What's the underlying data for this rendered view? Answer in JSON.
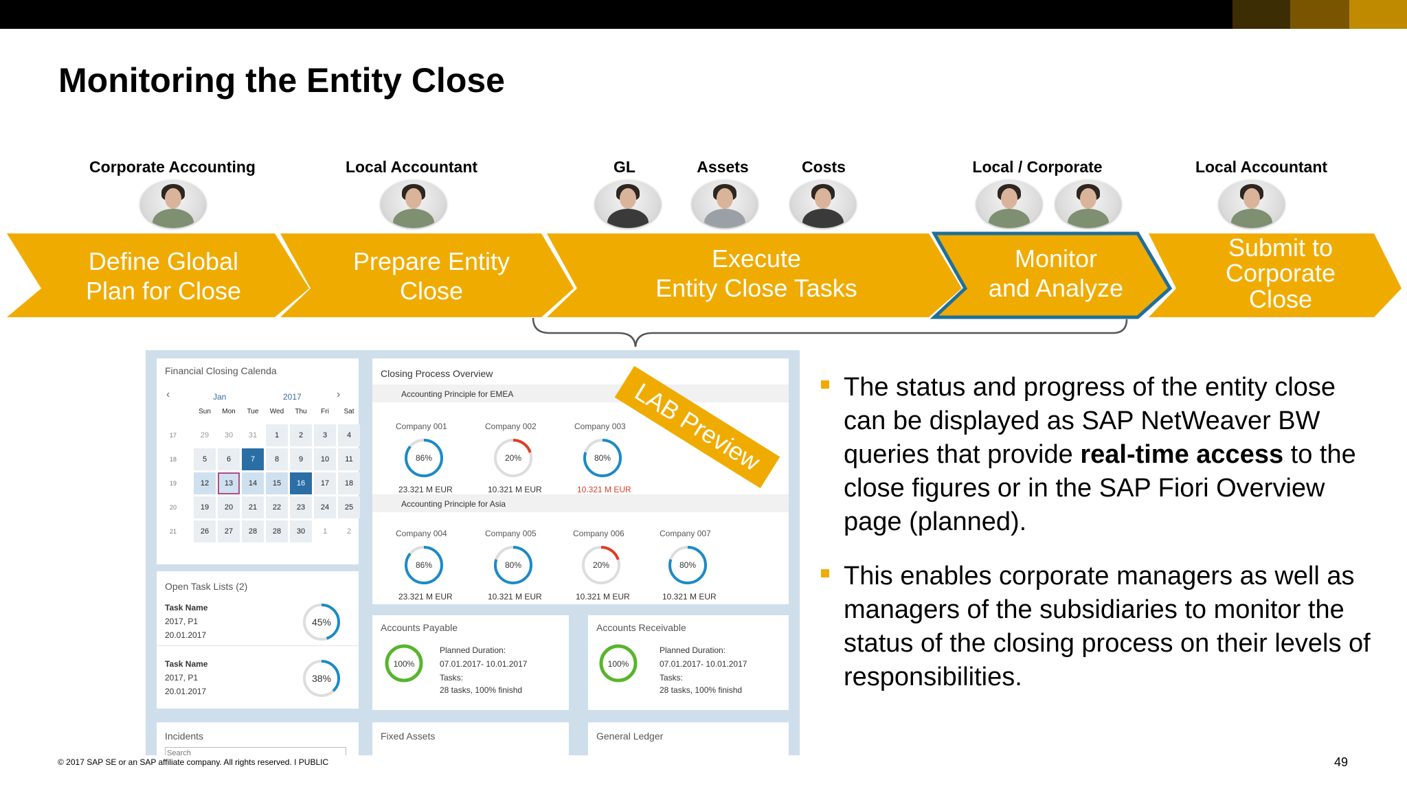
{
  "title": "Monitoring the Entity Close",
  "header_swatches": [
    "#3d2d05",
    "#7a5500",
    "#c08a00",
    "#f0ab00"
  ],
  "accent": "#f0ab00",
  "highlight_border": "#1f6f9a",
  "roles": [
    "Corporate Accounting",
    "Local Accountant",
    "GL",
    "Assets",
    "Costs",
    "Local / Corporate",
    "Local Accountant"
  ],
  "steps": [
    {
      "line1": "Define Global",
      "line2": "Plan for Close"
    },
    {
      "line1": "Prepare Entity",
      "line2": "Close"
    },
    {
      "line1": "Execute",
      "line2": "Entity Close Tasks"
    },
    {
      "line1": "Monitor",
      "line2": "and Analyze"
    },
    {
      "line1": "Submit to",
      "line2": "Corporate",
      "line3": "Close"
    }
  ],
  "lab_preview": "LAB Preview",
  "mock": {
    "calendar": {
      "title": "Financial Closing Calenda",
      "month": "Jan",
      "year": "2017",
      "days": [
        "Sun",
        "Mon",
        "Tue",
        "Wed",
        "Thu",
        "Fri",
        "Sat"
      ],
      "weeks": [
        "17",
        "18",
        "19",
        "20",
        "21"
      ],
      "rows": [
        [
          "29",
          "30",
          "31",
          "1",
          "2",
          "3",
          "4"
        ],
        [
          "5",
          "6",
          "7",
          "8",
          "9",
          "10",
          "11"
        ],
        [
          "12",
          "13",
          "14",
          "15",
          "16",
          "17",
          "18"
        ],
        [
          "19",
          "20",
          "21",
          "22",
          "23",
          "24",
          "25"
        ],
        [
          "26",
          "27",
          "28",
          "28",
          "30",
          "1",
          "2"
        ]
      ]
    },
    "overview": {
      "title": "Closing Process Overview",
      "emea_label": "Accounting Principle for EMEA",
      "asia_label": "Accounting Principle for Asia",
      "emea": [
        {
          "name": "Company 001",
          "pct": "86%",
          "value": 0.86,
          "amount": "23.321 M EUR",
          "color": "#1b8ac8"
        },
        {
          "name": "Company 002",
          "pct": "20%",
          "value": 0.2,
          "amount": "10.321 M EUR",
          "color": "#e03b24"
        },
        {
          "name": "Company 003",
          "pct": "80%",
          "value": 0.8,
          "amount": "10.321 M EUR",
          "color": "#1b8ac8",
          "amount_red": true
        }
      ],
      "asia": [
        {
          "name": "Company 004",
          "pct": "86%",
          "value": 0.86,
          "amount": "23.321 M EUR",
          "color": "#1b8ac8"
        },
        {
          "name": "Company 005",
          "pct": "80%",
          "value": 0.8,
          "amount": "10.321 M EUR",
          "color": "#1b8ac8"
        },
        {
          "name": "Company 006",
          "pct": "20%",
          "value": 0.2,
          "amount": "10.321 M EUR",
          "color": "#e03b24"
        },
        {
          "name": "Company 007",
          "pct": "80%",
          "value": 0.8,
          "amount": "10.321 M EUR",
          "color": "#1b8ac8"
        }
      ]
    },
    "tasks": {
      "title": "Open Task Lists (2)",
      "items": [
        {
          "name": "Task Name",
          "period": "2017, P1",
          "date": "20.01.2017",
          "pct": "45%",
          "value": 0.45
        },
        {
          "name": "Task Name",
          "period": "2017, P1",
          "date": "20.01.2017",
          "pct": "38%",
          "value": 0.38
        }
      ]
    },
    "payable": {
      "title": "Accounts Payable",
      "pct": "100%",
      "planned_label": "Planned Duration:",
      "planned": "07.01.2017- 10.01.2017",
      "tasks_label": "Tasks:",
      "tasks": "28 tasks, 100% finishd"
    },
    "receivable": {
      "title": "Accounts Receivable",
      "pct": "100%",
      "planned_label": "Planned Duration:",
      "planned": "07.01.2017- 10.01.2017",
      "tasks_label": "Tasks:",
      "tasks": "28 tasks, 100% finishd"
    },
    "incidents": {
      "title": "Incidents",
      "search_placeholder": "Search"
    },
    "fixed_assets": {
      "title": "Fixed Assets"
    },
    "general_ledger": {
      "title": "General Ledger"
    }
  },
  "bullets": [
    {
      "pre": "The status and progress of the entity close can be displayed as SAP NetWeaver BW queries that provide ",
      "bold": "real-time access",
      "post": " to the close figures or in the SAP Fiori Overview page (planned)."
    },
    {
      "text": "This enables corporate managers as well as managers of the subsidiaries to monitor the status of the closing process on their levels of responsibilities."
    }
  ],
  "footer": "© 2017 SAP SE or an SAP affiliate company. All rights reserved.  I  PUBLIC",
  "page_number": "49"
}
